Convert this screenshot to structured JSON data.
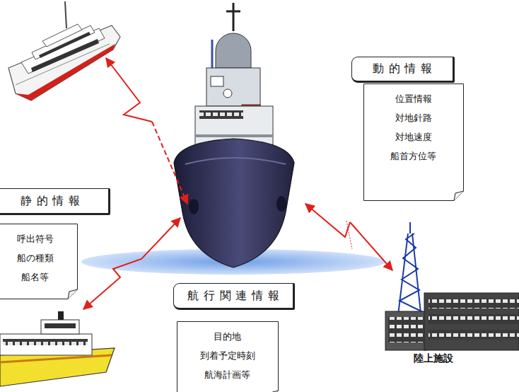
{
  "diagram": {
    "nodes": [
      {
        "text": [
          "動的情報"
        ]
      },
      {
        "text": [
          "位置情報 対地針路 対地速度 船首方位等"
        ]
      },
      {
        "text": [
          "静的情報"
        ]
      },
      {
        "text": [
          "呼出符号 船の種類 船名等"
        ]
      },
      {
        "text": [
          "航行関連情報"
        ]
      },
      {
        "text": [
          "目的地 到着予定時刻 航海計画等"
        ]
      }
    ],
    "labels": [
      "陸上施設"
    ]
  }
}
